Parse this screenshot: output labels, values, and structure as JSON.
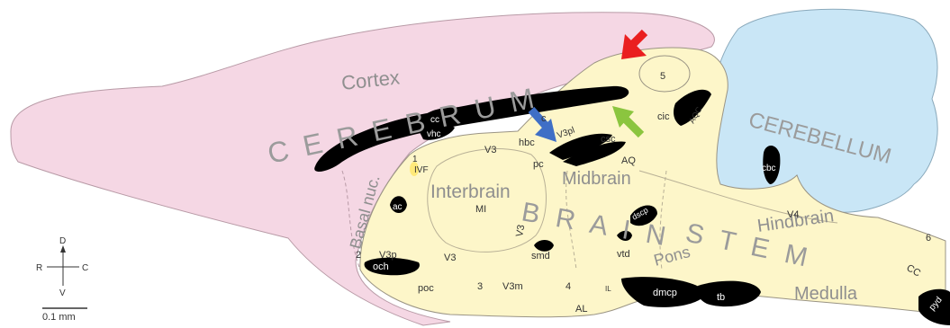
{
  "regions": {
    "cortex": "Cortex",
    "cerebrum": "C E R E B R U M",
    "basal_nuc": "Basal nuc.",
    "interbrain": "Interbrain",
    "midbrain": "Midbrain",
    "brain_part": "B R A I N",
    "stem_part": "S T E M",
    "cerebellum": "CEREBELLUM",
    "hindbrain": "Hindbrain",
    "pons": "Pons",
    "medulla": "Medulla"
  },
  "structures": {
    "cc_top": "cc",
    "vhc": "vhc",
    "ac": "ac",
    "ivf": "IVF",
    "one": "1",
    "two": "2",
    "three": "3",
    "four": "4",
    "five": "5",
    "six": "6",
    "v3_top": "V3",
    "v3_mid": "V3",
    "v3_low": "V3",
    "v3p": "V3p",
    "v3pl": "V3pl",
    "v3m": "V3m",
    "hbc": "hbc",
    "pc": "pc",
    "c_small": "c",
    "csc": "csc",
    "cic": "cic",
    "aqc": "AQC",
    "aq": "AQ",
    "cbc": "cbc",
    "mi": "MI",
    "smd": "smd",
    "dscp": "dscp",
    "vtd": "vtd",
    "v4": "V4",
    "cc_right": "CC",
    "och": "och",
    "poc": "poc",
    "il": "IL",
    "al": "AL",
    "dmcp": "dmcp",
    "tb": "tb",
    "pyd": "pyd"
  },
  "compass": {
    "d": "D",
    "v": "V",
    "r": "R",
    "c": "C"
  },
  "scale_bar": "0.1 mm",
  "colors": {
    "cerebrum": "#f5d7e4",
    "cerebrum_edge": "#b89aa6",
    "brainstem": "#fdf6c9",
    "brainstem_edge": "#9a9484",
    "cerebellum": "#c9e6f6",
    "cerebellum_edge": "#8aa9bb",
    "tract": "#000000",
    "arrow_red": "#ea1f1f",
    "arrow_blue": "#3f6fc6",
    "arrow_green": "#8bc53f"
  },
  "arrows": {
    "red": "red-arrow-icon",
    "blue": "blue-arrow-icon",
    "green": "green-arrow-icon"
  }
}
